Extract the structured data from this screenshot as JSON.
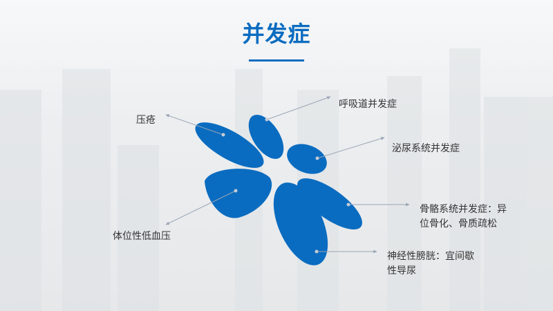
{
  "slide": {
    "title": "并发症",
    "accent_color": "#0a6cc0",
    "labels": {
      "pressure_sore": "压疮",
      "respiratory": "呼吸道并发症",
      "urinary": "泌尿系统并发症",
      "orthostatic": "体位性低血压",
      "skeletal_line1": "骨骼系统并发症：异",
      "skeletal_line2": "位骨化、骨质疏松",
      "neurogenic_line1": "神经性膀胱：宜间歇",
      "neurogenic_line2": "性导尿"
    }
  }
}
